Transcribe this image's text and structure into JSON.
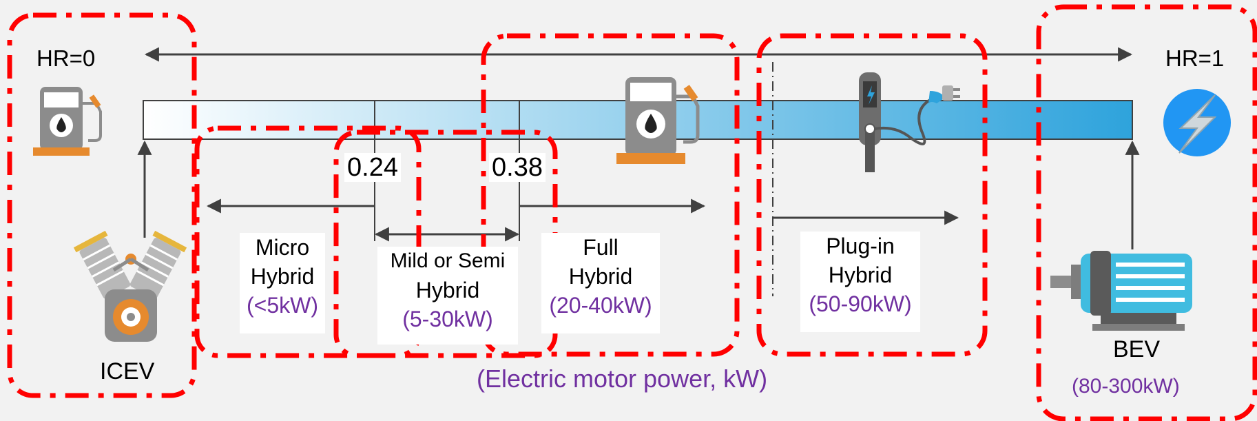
{
  "scale": {
    "left_label": "HR=0",
    "right_label": "HR=1",
    "marker_1": "0.24",
    "marker_2": "0.38"
  },
  "categories": {
    "icev": {
      "label": "ICEV"
    },
    "micro": {
      "line1": "Micro",
      "line2": "Hybrid",
      "power": "(<5kW)"
    },
    "mild": {
      "line1": "Mild or Semi",
      "line2": "Hybrid",
      "power": "(5-30kW)"
    },
    "full": {
      "line1": "Full",
      "line2": "Hybrid",
      "power": "(20-40kW)"
    },
    "plugin": {
      "line1": "Plug-in",
      "line2": "Hybrid",
      "power": "(50-90kW)"
    },
    "bev": {
      "label": "BEV",
      "power": "(80-300kW)"
    }
  },
  "caption": "(Electric motor power, kW)",
  "icons": [
    "fuel-pump-icon",
    "engine-icon",
    "charging-station-icon",
    "lightning-icon",
    "electric-motor-icon"
  ],
  "colors": {
    "dashed_box": "#ff0000",
    "power_text": "#7030a0",
    "bar_start": "#ffffff",
    "bar_end": "#2ea3dc",
    "icon_grey": "#8c8c8c",
    "icon_orange": "#e68a2e",
    "motor_blue": "#40bce0",
    "bolt_blue": "#2196f3"
  }
}
